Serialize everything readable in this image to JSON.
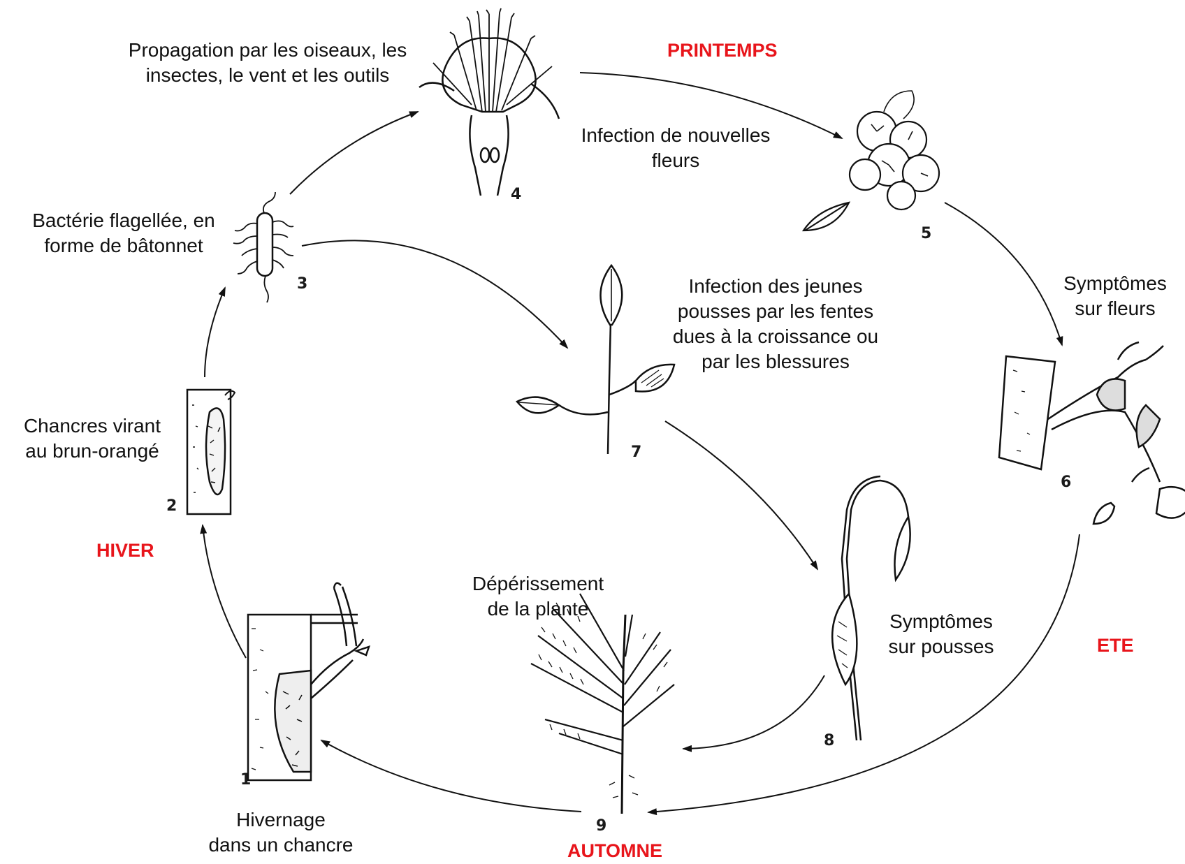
{
  "seasons": {
    "spring": "PRINTEMPS",
    "summer": "ETE",
    "autumn": "AUTOMNE",
    "winter": "HIVER"
  },
  "stages": [
    {
      "number": "1",
      "lines": [
        "Hivernage",
        "dans un chancre"
      ],
      "icon": "bark-canker-branch-icon"
    },
    {
      "number": "2",
      "lines": [
        "Chancres virant",
        "au brun-orangé"
      ],
      "icon": "bark-canker-icon"
    },
    {
      "number": "3",
      "lines": [
        "Bactérie flagellée, en",
        "forme de bâtonnet"
      ],
      "icon": "flagellated-bacterium-icon"
    },
    {
      "number": "4",
      "lines": [
        "Propagation par les oiseaux, les",
        "insectes, le vent et les outils"
      ],
      "icon": "flower-cross-section-icon"
    },
    {
      "number": "5",
      "lines": [],
      "icon": "flower-cluster-icon"
    },
    {
      "number": "6",
      "lines": [],
      "icon": "blighted-flower-branch-icon"
    },
    {
      "number": "7",
      "lines": [],
      "icon": "young-shoot-icon"
    },
    {
      "number": "8",
      "lines": [],
      "icon": "wilted-shoot-icon"
    },
    {
      "number": "9",
      "lines": [],
      "icon": "dead-plant-icon"
    }
  ],
  "annotations": {
    "new_flowers": [
      "Infection de nouvelles",
      "fleurs"
    ],
    "flower_symptoms": [
      "Symptômes",
      "sur fleurs"
    ],
    "shoot_infection": [
      "Infection des jeunes",
      "pousses par les fentes",
      "dues à la croissance ou",
      "par les blessures"
    ],
    "shoot_symptoms": [
      "Symptômes",
      "sur pousses"
    ],
    "dieback": [
      "Dépérissement",
      "de la plante"
    ]
  },
  "colors": {
    "season": "#e8151b",
    "ink": "#111111"
  }
}
